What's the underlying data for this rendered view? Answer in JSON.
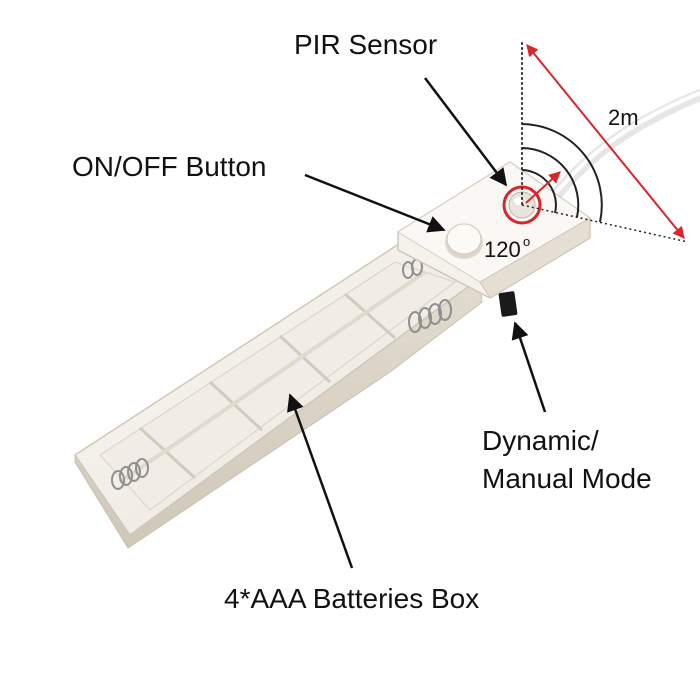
{
  "labels": {
    "pir_sensor": "PIR Sensor",
    "on_off_button": "ON/OFF Button",
    "distance": "2m",
    "angle_value": "120",
    "angle_unit": "o",
    "mode_line1": "Dynamic/",
    "mode_line2": "Manual Mode",
    "battery_box": "4*AAA Batteries Box"
  },
  "colors": {
    "accent": "#d9262c",
    "device_white": "#f3f0ea",
    "device_shadow": "#dcd6cb",
    "cable": "#ececec",
    "ink": "#111111"
  }
}
